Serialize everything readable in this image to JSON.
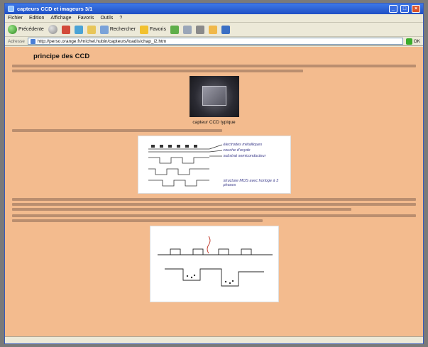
{
  "window": {
    "title": "capteurs CCD et imageurs 3/1"
  },
  "menu": {
    "items": [
      "Fichier",
      "Edition",
      "Affichage",
      "Favoris",
      "Outils",
      "?"
    ]
  },
  "toolbar": {
    "back_label": "Précédente",
    "search_label": "Rechercher",
    "favorites_label": "Favoris"
  },
  "address": {
    "label": "Adresse",
    "url": "http://perso.orange.fr/michel.hubin/capteurs/loadis/chap_i2.htm",
    "go_label": "OK"
  },
  "page": {
    "title": "principe des CCD",
    "figure1_caption": "capteur CCD typique",
    "figure2_labels": [
      "électrodes métalliques",
      "couche d'oxyde",
      "substrat semiconducteur",
      "structure MOS avec horloge à 3 phases"
    ]
  },
  "colors": {
    "page_background": "#f3bb8e",
    "titlebar": "#1f4fc4"
  }
}
